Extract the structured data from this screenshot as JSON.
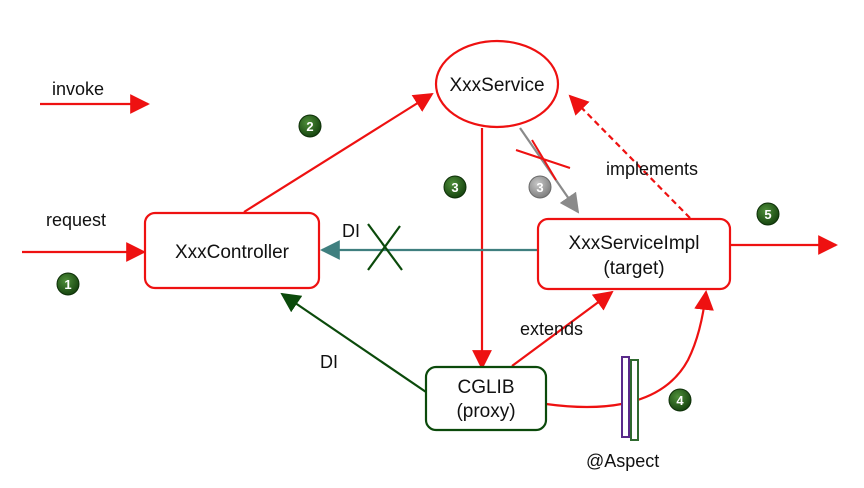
{
  "legend": {
    "label": "invoke",
    "color": "#ee1111"
  },
  "labels": {
    "request": "request",
    "implements": "implements",
    "extends": "extends",
    "di_top": "DI",
    "di_bottom": "DI",
    "aspect": "@Aspect"
  },
  "nodes": {
    "service": {
      "label": "XxxService"
    },
    "controller": {
      "label": "XxxController"
    },
    "impl": {
      "line1": "XxxServiceImpl",
      "line2": "(target)"
    },
    "cglib": {
      "line1": "CGLIB",
      "line2": "(proxy)"
    }
  },
  "steps": [
    "1",
    "2",
    "3",
    "3",
    "4",
    "5"
  ],
  "colors": {
    "red": "#ee1111",
    "dark_green": "#0b4a0b",
    "teal": "#3f7f7f",
    "grey": "#8a8a8a",
    "badge_green": "#1f5a14",
    "badge_grey": "#9a9a9a",
    "aspect_purple": "#5a2a8a",
    "aspect_green": "#2f6a2f"
  }
}
